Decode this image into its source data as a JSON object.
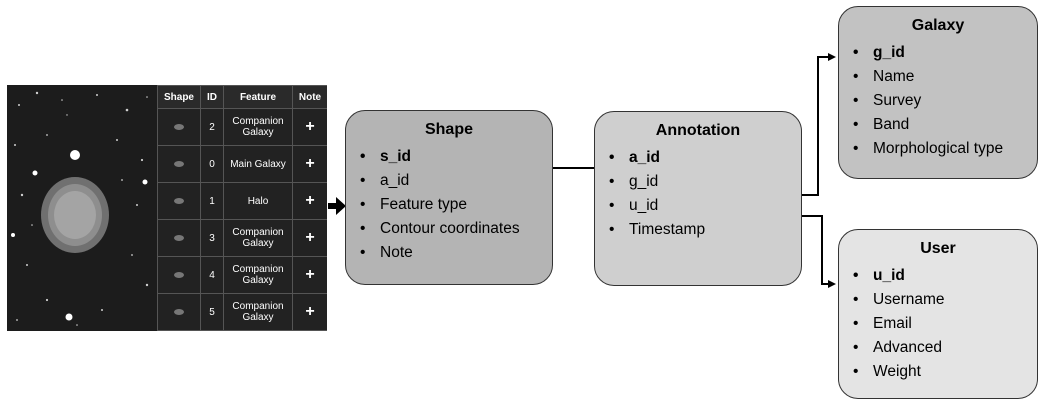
{
  "table": {
    "headers": [
      "Shape",
      "ID",
      "Feature",
      "Note"
    ],
    "rows": [
      {
        "id": "2",
        "feature": "Companion Galaxy",
        "note": "+"
      },
      {
        "id": "0",
        "feature": "Main Galaxy",
        "note": "+"
      },
      {
        "id": "1",
        "feature": "Halo",
        "note": "+"
      },
      {
        "id": "3",
        "feature": "Companion Galaxy",
        "note": "+"
      },
      {
        "id": "4",
        "feature": "Companion Galaxy",
        "note": "+"
      },
      {
        "id": "5",
        "feature": "Companion Galaxy",
        "note": "+"
      }
    ]
  },
  "entities": {
    "shape": {
      "title": "Shape",
      "fields": [
        {
          "label": "s_id",
          "key": true
        },
        {
          "label": "a_id",
          "key": false
        },
        {
          "label": "Feature type",
          "key": false
        },
        {
          "label": "Contour coordinates",
          "key": false
        },
        {
          "label": "Note",
          "key": false
        }
      ]
    },
    "annotation": {
      "title": "Annotation",
      "fields": [
        {
          "label": "a_id",
          "key": true
        },
        {
          "label": "g_id",
          "key": false
        },
        {
          "label": "u_id",
          "key": false
        },
        {
          "label": "Timestamp",
          "key": false
        }
      ]
    },
    "galaxy": {
      "title": "Galaxy",
      "fields": [
        {
          "label": "g_id",
          "key": true
        },
        {
          "label": "Name",
          "key": false
        },
        {
          "label": "Survey",
          "key": false
        },
        {
          "label": "Band",
          "key": false
        },
        {
          "label": "Morphological type",
          "key": false
        }
      ]
    },
    "user": {
      "title": "User",
      "fields": [
        {
          "label": "u_id",
          "key": true
        },
        {
          "label": "Username",
          "key": false
        },
        {
          "label": "Email",
          "key": false
        },
        {
          "label": "Advanced",
          "key": false
        },
        {
          "label": "Weight",
          "key": false
        }
      ]
    }
  },
  "colors": {
    "shape_box": "#b4b4b4",
    "annotation_box": "#cfcfcf",
    "galaxy_box": "#c2c2c2",
    "user_box": "#e4e4e4",
    "connector": "#000000"
  }
}
